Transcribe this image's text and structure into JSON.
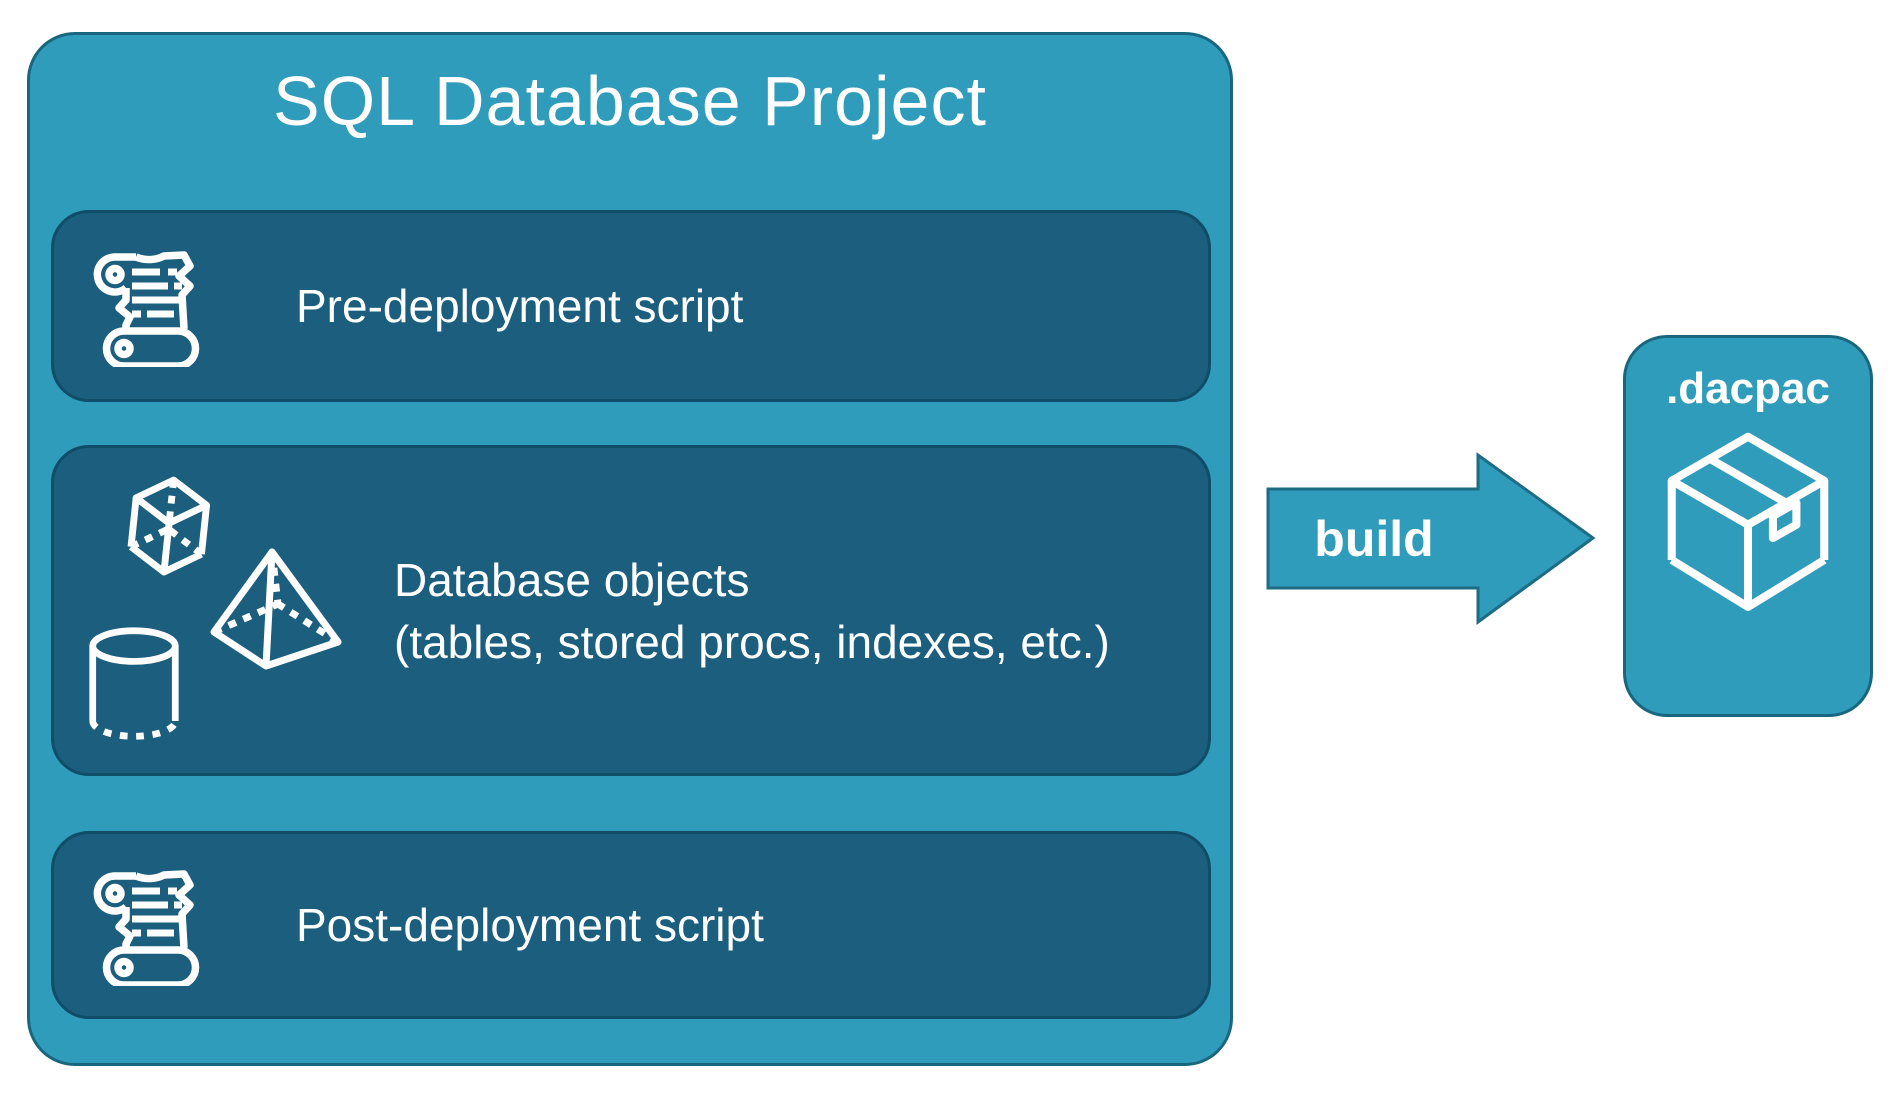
{
  "project": {
    "title": "SQL Database Project",
    "items": [
      {
        "icon": "scroll-icon",
        "label": "Pre-deployment script"
      },
      {
        "icon": "geometric-shapes-icon",
        "lines": [
          "Database objects",
          "(tables, stored procs, indexes, etc.)"
        ]
      },
      {
        "icon": "scroll-icon",
        "label": "Post-deployment script"
      }
    ]
  },
  "arrow": {
    "icon": "right-arrow-icon",
    "label": "build"
  },
  "output": {
    "icon": "package-icon",
    "label": ".dacpac"
  },
  "colors": {
    "container_fill": "#2E9CBA",
    "container_border": "#18677F",
    "panel_fill": "#1B5E7D",
    "panel_border": "#0F4D68",
    "text": "#FFFFFF",
    "background": "#FFFFFF"
  }
}
